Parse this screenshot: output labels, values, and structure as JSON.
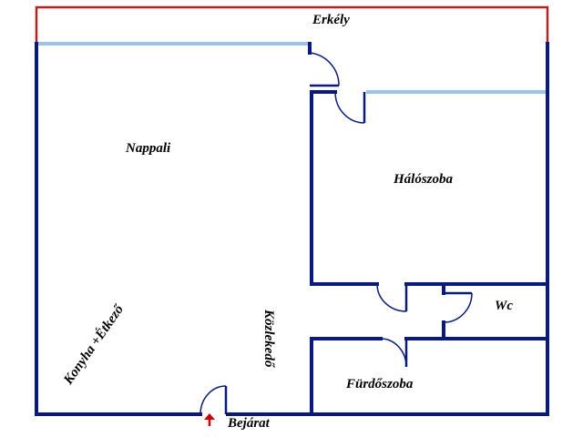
{
  "rooms": {
    "balcony": "Erkély",
    "living_room": "Nappali",
    "bedroom": "Hálószoba",
    "wc": "Wc",
    "kitchen_dining": "Konyha +Étkező",
    "corridor": "Közlekedő",
    "bathroom": "Fürdőszoba",
    "entrance": "Bejárat"
  },
  "colors": {
    "walls": "#0a1a7a",
    "balcony_outline": "#b22222",
    "windows": "#9ec3e6",
    "entrance_arrow": "#cc0000"
  }
}
